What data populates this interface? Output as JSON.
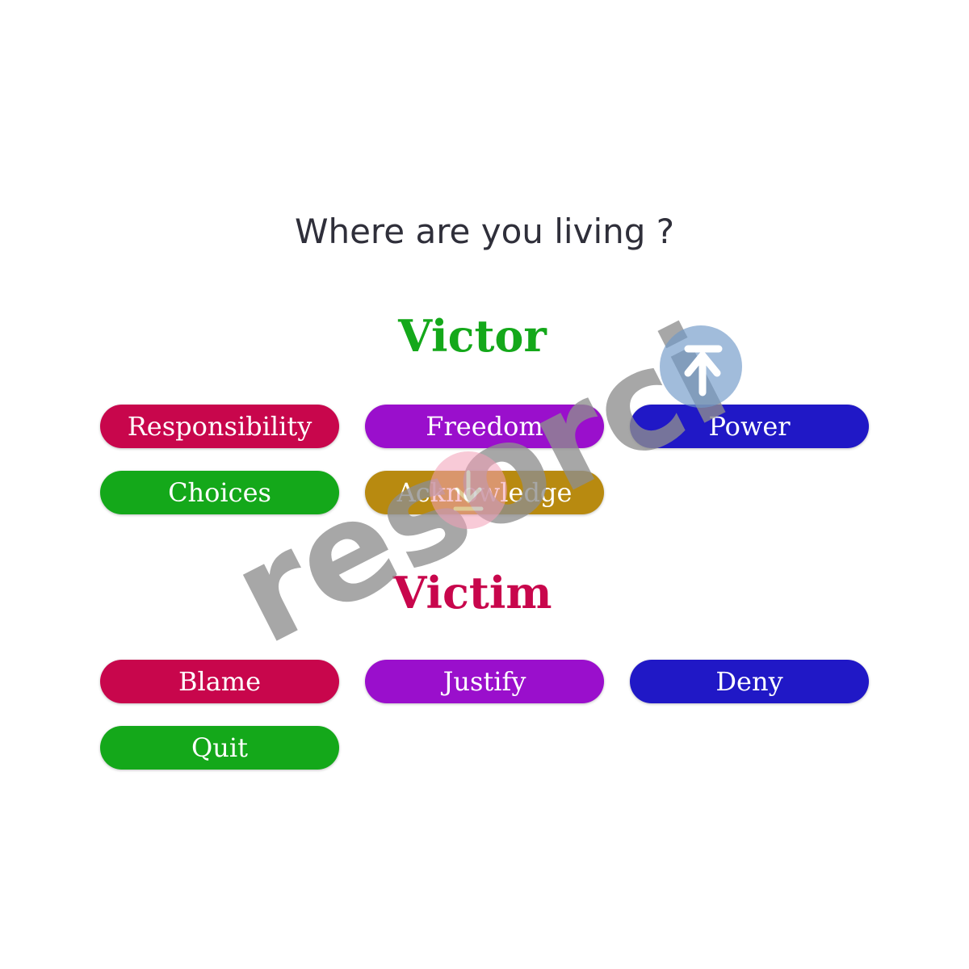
{
  "question": "Where are you living ?",
  "victor": {
    "title": "Victor",
    "color": "#14a81a",
    "items": [
      {
        "label": "Responsibility",
        "color": "#c8064c"
      },
      {
        "label": "Freedom",
        "color": "#9a0fcc"
      },
      {
        "label": "Power",
        "color": "#2018c6"
      },
      {
        "label": "Choices",
        "color": "#14a81a"
      },
      {
        "label": "Acknowledge",
        "color": "#b88a10"
      }
    ]
  },
  "victim": {
    "title": "Victim",
    "color": "#c8064c",
    "items": [
      {
        "label": "Blame",
        "color": "#c8064c"
      },
      {
        "label": "Justify",
        "color": "#9a0fcc"
      },
      {
        "label": "Deny",
        "color": "#2018c6"
      },
      {
        "label": "Quit",
        "color": "#14a81a"
      }
    ]
  },
  "watermark": {
    "text": "resorci",
    "icon": "up-arrow-circle-icon",
    "text_color": "#8e8e8e",
    "accent_color": "#6f98c8"
  }
}
